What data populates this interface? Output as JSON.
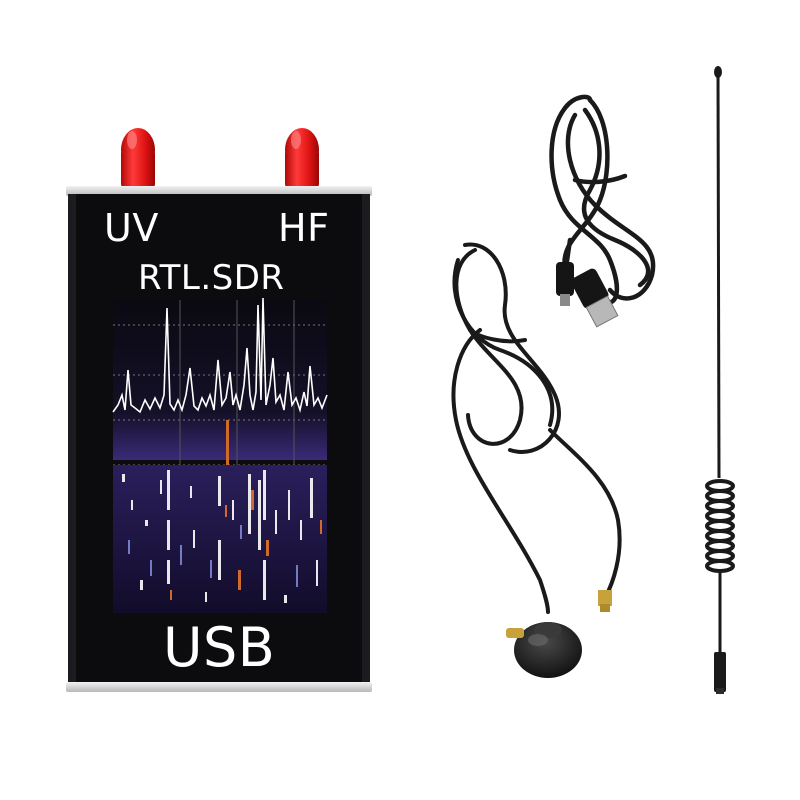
{
  "device": {
    "label_left": "UV",
    "label_right": "HF",
    "model": "RTL.SDR",
    "interface": "USB"
  },
  "colors": {
    "background": "#ffffff",
    "case": "#0c0c0e",
    "rail": "#d7d7d7",
    "connector": "#e01414",
    "cable": "#1a1a1a",
    "spectrum_trace": "#ffffff",
    "waterfall_base": "#1c1438"
  },
  "items": [
    {
      "name": "rtl-sdr-receiver",
      "icon": "sdr-device-icon"
    },
    {
      "name": "usb-cable",
      "icon": "usb-cable-icon"
    },
    {
      "name": "magnetic-base-antenna",
      "icon": "antenna-base-icon"
    },
    {
      "name": "whip-antenna",
      "icon": "whip-antenna-icon"
    }
  ]
}
